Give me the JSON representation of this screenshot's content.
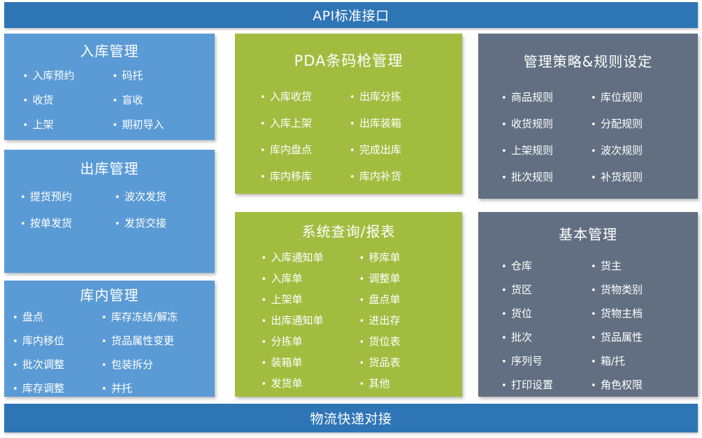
{
  "colors": {
    "header_blue": "#2E75B6",
    "card_blue": "#5B9BD5",
    "card_green": "#A2BC40",
    "card_gray": "#626F82",
    "text_white": "#FFFFFF",
    "page_background": "#FFFFFF"
  },
  "top_banner": {
    "label": "API标准接口"
  },
  "bottom_banner": {
    "label": "物流快递对接"
  },
  "cards": [
    {
      "id": "inbound",
      "title": "入库管理",
      "color": "#5B9BD5",
      "columns": [
        [
          "入库预约",
          "收货",
          "上架"
        ],
        [
          "码托",
          "盲收",
          "期初导入"
        ]
      ]
    },
    {
      "id": "outbound",
      "title": "出库管理",
      "color": "#5B9BD5",
      "columns": [
        [
          "提货预约",
          "按单发货"
        ],
        [
          "波次发货",
          "发货交接"
        ]
      ]
    },
    {
      "id": "instore",
      "title": "库内管理",
      "color": "#5B9BD5",
      "columns": [
        [
          "盘点",
          "库内移位",
          "批次调整",
          "库存调整"
        ],
        [
          "库存冻结/解冻",
          "货品属性变更",
          "包装拆分",
          "并托"
        ]
      ]
    },
    {
      "id": "pda",
      "title": "PDA条码枪管理",
      "color": "#A2BC40",
      "columns": [
        [
          "入库收货",
          "入库上架",
          "库内盘点",
          "库内移库"
        ],
        [
          "出库分拣",
          "出库装箱",
          "完成出库",
          "库内补货"
        ]
      ]
    },
    {
      "id": "report",
      "title": "系统查询/报表",
      "color": "#A2BC40",
      "columns": [
        [
          "入库通知单",
          "入库单",
          "上架单",
          "出库通知单",
          "分拣单",
          "装箱单",
          "发货单"
        ],
        [
          "移库单",
          "调整单",
          "盘点单",
          "进出存",
          "货位表",
          "货品表",
          "其他"
        ]
      ]
    },
    {
      "id": "policy",
      "title": "管理策略&规则设定",
      "color": "#626F82",
      "columns": [
        [
          "商品规则",
          "收货规则",
          "上架规则",
          "批次规则"
        ],
        [
          "库位规则",
          "分配规则",
          "波次规则",
          "补货规则"
        ]
      ]
    },
    {
      "id": "basic",
      "title": "基本管理",
      "color": "#626F82",
      "columns": [
        [
          "仓库",
          "货区",
          "货位",
          "批次",
          "序列号",
          "打印设置"
        ],
        [
          "货主",
          "货物类别",
          "货物主档",
          "货品属性",
          "箱/托",
          "角色权限"
        ]
      ]
    }
  ],
  "bullet_glyph": "•"
}
